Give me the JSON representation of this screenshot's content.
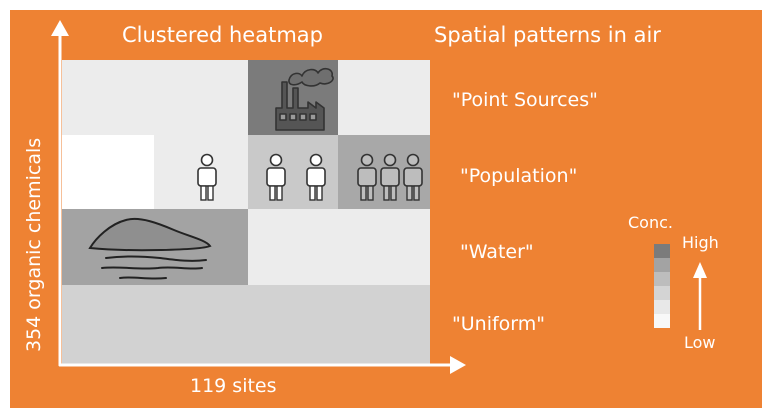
{
  "title": "Clustered heatmap",
  "subtitle": "Spatial patterns in air",
  "axes": {
    "y_label": "354 organic chemicals",
    "x_label": "119 sites"
  },
  "clusters": [
    {
      "label": "\"Point Sources\"",
      "icon": "factory-icon"
    },
    {
      "label": "\"Population\"",
      "icon": "person-icons"
    },
    {
      "label": "\"Water\"",
      "icon": "lake-icon"
    },
    {
      "label": "\"Uniform\"",
      "icon": "none"
    }
  ],
  "legend": {
    "title": "Conc.",
    "high": "High",
    "low": "Low",
    "swatches": [
      "#7b7b7b",
      "#a3a3a3",
      "#bdbdbd",
      "#d4d4d4",
      "#e8e8e8",
      "#f8f8f8"
    ]
  },
  "colors": {
    "background": "#ee8233",
    "foreground": "#ffffff"
  }
}
